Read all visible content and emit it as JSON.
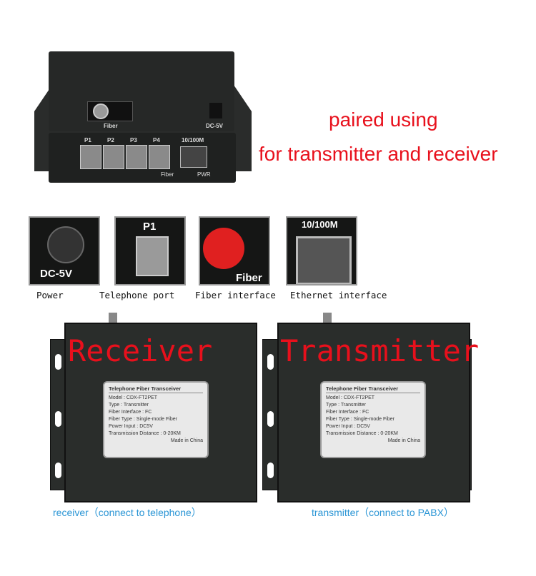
{
  "top_device": {
    "fiber_label": "Fiber",
    "dc_label": "DC-5V",
    "ports": [
      "P1",
      "P2",
      "P3",
      "P4"
    ],
    "eth_label": "10/100M",
    "led_fiber": "Fiber",
    "led_pwr": "PWR"
  },
  "headline": {
    "line1": "paired using",
    "line2": "for transmitter and receiver"
  },
  "thumbnails": [
    {
      "photo_label": "DC-5V",
      "caption": "Power"
    },
    {
      "photo_label": "P1",
      "caption": "Telephone port"
    },
    {
      "photo_label": "Fiber",
      "caption": "Fiber interface"
    },
    {
      "photo_label": "10/100M",
      "caption": "Ethernet interface"
    }
  ],
  "sticker": {
    "title": "Telephone Fiber Transceiver",
    "lines": [
      "Model : CDX-FT2PET",
      "Type : Transmitter",
      "Fiber Interface : FC",
      "Fiber Type : Single-mode Fiber",
      "Power Input : DC5V",
      "Transmission Distance : 0-20KM"
    ],
    "made": "Made in China"
  },
  "receiver": {
    "overlay": "Receiver",
    "caption": "receiver（connect to telephone）"
  },
  "transmitter": {
    "overlay": "Transmitter",
    "caption": "transmitter（connect to PABX）"
  },
  "colors": {
    "headline": "#e8101c",
    "caption": "#2a95d5"
  }
}
